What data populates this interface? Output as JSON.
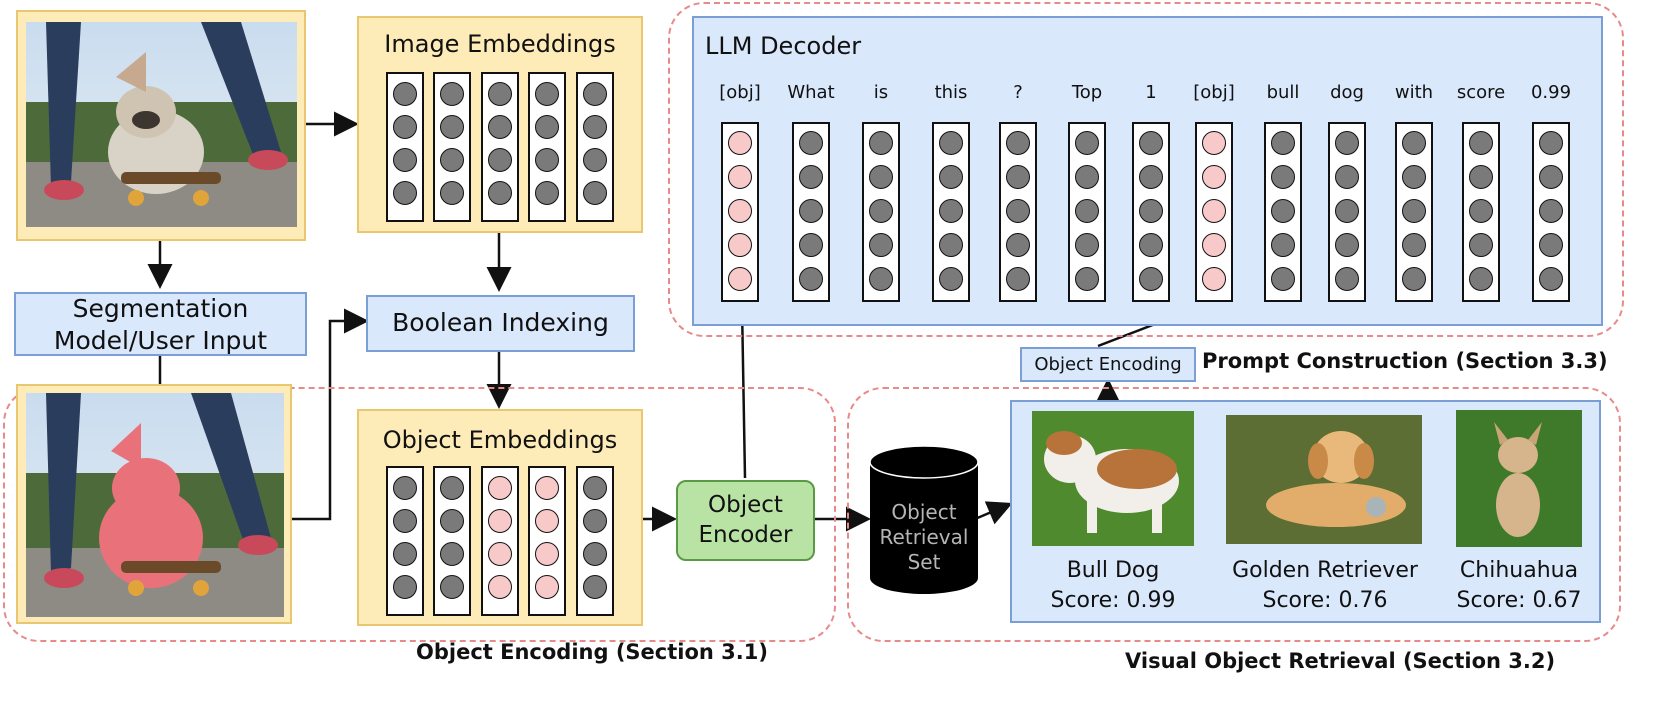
{
  "diagram": {
    "image_embeddings": "Image Embeddings",
    "segmentation": [
      "Segmentation",
      "Model/User Input"
    ],
    "boolean_indexing": "Boolean Indexing",
    "object_embeddings": "Object Embeddings",
    "object_encoder": [
      "Object",
      "Encoder"
    ],
    "retrieval_set": [
      "Object",
      "Retrieval",
      "Set"
    ],
    "llm_decoder": "LLM Decoder",
    "object_encoding_box": "Object Encoding",
    "sections": {
      "object_encoding": "Object Encoding (Section 3.1)",
      "visual_retrieval": "Visual Object Retrieval (Section 3.2)",
      "prompt_construction": "Prompt Construction (Section 3.3)"
    },
    "tokens": [
      "[obj]",
      "What",
      "is",
      "this",
      "?",
      "Top",
      "1",
      "[obj]",
      "bull",
      "dog",
      "with",
      "score",
      "0.99"
    ],
    "retrieval": [
      {
        "name": "Bull Dog",
        "score": "Score: 0.99"
      },
      {
        "name": "Golden Retriever",
        "score": "Score: 0.76"
      },
      {
        "name": "Chihuahua",
        "score": "Score: 0.67"
      }
    ]
  },
  "colors": {
    "yellow_fill": "#fdebb8",
    "blue_fill": "#dae8fc",
    "green_fill": "#b9e3a4",
    "dashed_border": "#e88a8a",
    "highlight_dot": "#f8c9c9",
    "gray_dot": "#7a7a7a"
  }
}
